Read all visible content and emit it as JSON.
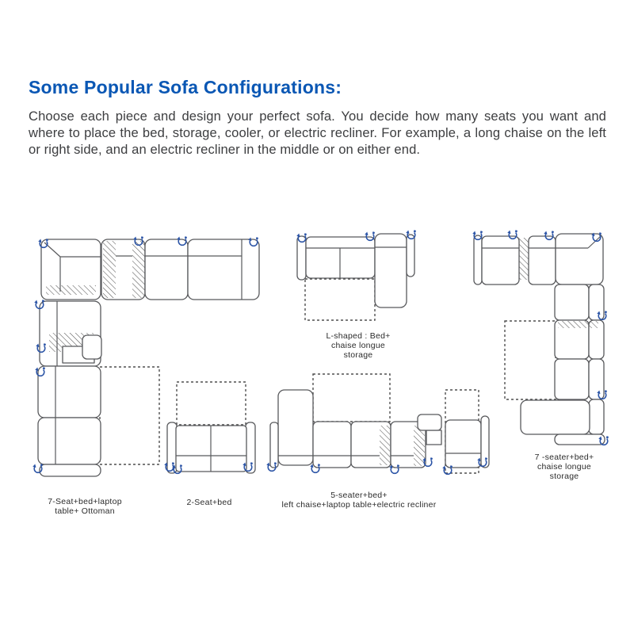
{
  "header": {
    "title": "Some Popular Sofa Configurations:"
  },
  "intro": {
    "text": "Choose each piece and design your perfect sofa. You decide how many seats you want and where to place the bed, storage, cooler, or electric recliner. For example, a long chaise on the left or right side, and an electric recliner in the middle or on either end."
  },
  "colors": {
    "heading": "#0a57b4",
    "body_text": "#3d3e40",
    "sofa_outline": "#58595c",
    "dashed_outline": "#4f4f4f",
    "rotate_icon": "#2b54a6"
  },
  "icons": {
    "rotate_glyph": "↻"
  },
  "diagrams": [
    {
      "name": "7-seat-bed-laptop-table-ottoman",
      "label_lines": [
        "7-Seat+bed+laptop",
        "table+ Ottoman"
      ]
    },
    {
      "name": "2-seat-bed",
      "label_lines": [
        "2-Seat+bed"
      ]
    },
    {
      "name": "5-seater-bed-left-chaise-laptop-table-electric-recliner",
      "label_lines": [
        "5-seater+bed+",
        "left chaise+laptop table+electric recliner"
      ]
    },
    {
      "name": "l-shaped-bed-chaise-longue-storage",
      "label_lines": [
        "L-shaped : Bed+",
        "chaise longue",
        "storage"
      ]
    },
    {
      "name": "7-seater-bed-chaise-longue-storage",
      "label_lines": [
        "7 -seater+bed+",
        "chaise longue",
        "storage"
      ]
    }
  ]
}
